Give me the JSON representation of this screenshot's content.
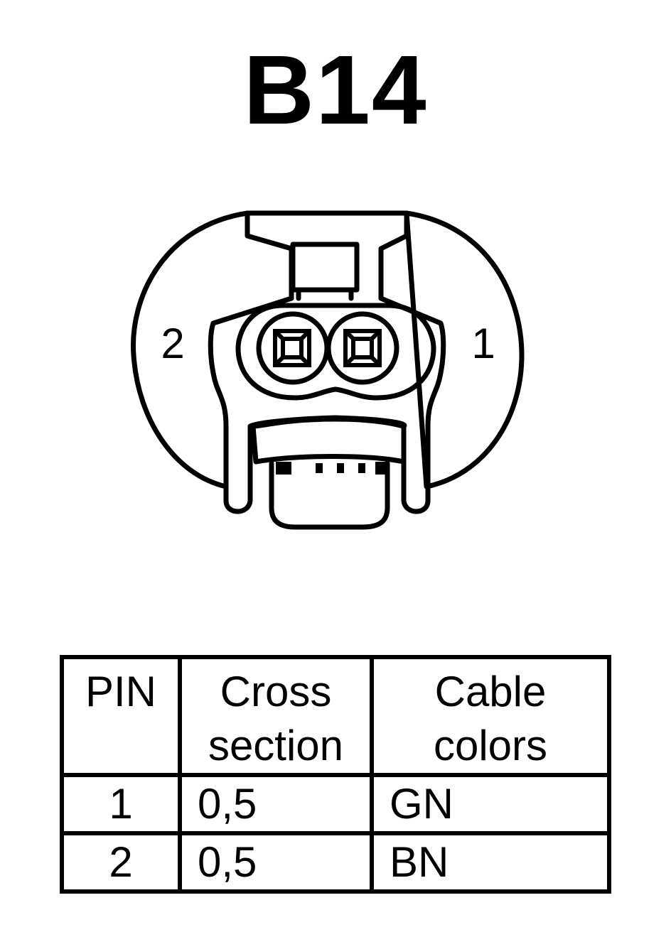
{
  "title": "B14",
  "connector": {
    "pin_labels": [
      {
        "pin": "1",
        "text": "1"
      },
      {
        "pin": "2",
        "text": "2"
      }
    ]
  },
  "table": {
    "headers": {
      "pin": "PIN",
      "cross_section": [
        "Cross",
        "section"
      ],
      "cable_colors": [
        "Cable",
        "colors"
      ]
    },
    "rows": [
      {
        "pin": "1",
        "cross_section": "0,5",
        "cable_color": "GN"
      },
      {
        "pin": "2",
        "cross_section": "0,5",
        "cable_color": "BN"
      }
    ]
  }
}
